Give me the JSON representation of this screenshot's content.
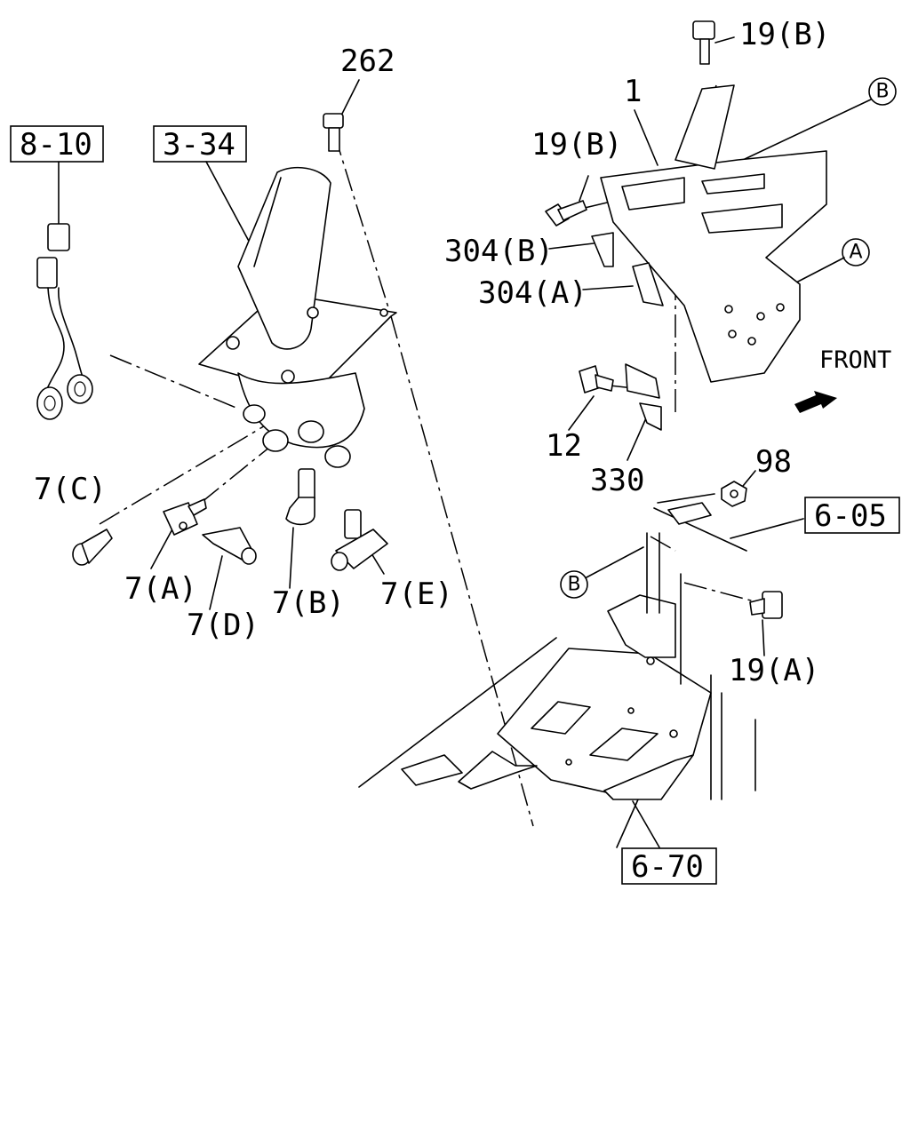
{
  "labels": {
    "ref_8_10": "8-10",
    "ref_3_34": "3-34",
    "ref_6_05": "6-05",
    "ref_6_70": "6-70",
    "p262": "262",
    "p1": "1",
    "p19b_top": "19(B)",
    "p19b_mid": "19(B)",
    "p304b": "304(B)",
    "p304a": "304(A)",
    "p12": "12",
    "p330": "330",
    "p98": "98",
    "p19a": "19(A)",
    "p7c": "7(C)",
    "p7a": "7(A)",
    "p7d": "7(D)",
    "p7b": "7(B)",
    "p7e": "7(E)",
    "front": "FRONT",
    "mark_a1": "A",
    "mark_b1": "B",
    "mark_a2": "A",
    "mark_b2": "B"
  },
  "colors": {
    "line": "#000000",
    "background": "#ffffff"
  }
}
